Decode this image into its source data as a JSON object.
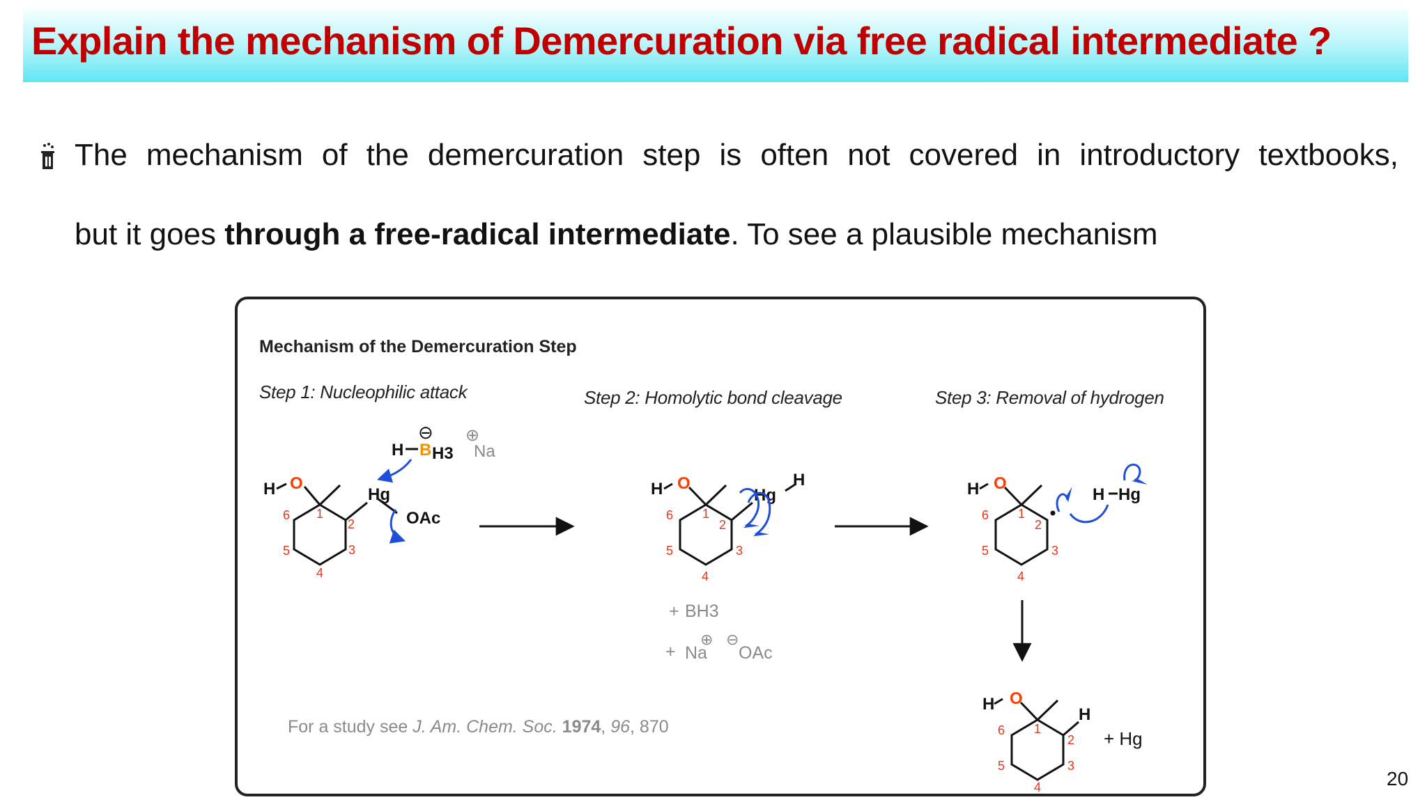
{
  "slide": {
    "title": "Explain the mechanism of Demercuration via free radical intermediate ?",
    "body_line1_words": [
      "The",
      "mechanism",
      "of",
      "the",
      "demercuration",
      "step",
      "is",
      "often",
      "not",
      "covered",
      "in",
      "introductory",
      "textbooks,"
    ],
    "body_line2_prefix": "but it goes ",
    "body_line2_bold": "through a free-radical intermediate",
    "body_line2_suffix": ". To see a plausible mechanism",
    "page_number": "20"
  },
  "figure": {
    "heading": "Mechanism of the Demercuration Step",
    "step1": "Step 1: Nucleophilic attack",
    "step2": "Step 2: Homolytic bond cleavage",
    "step3": "Step 3: Removal of hydrogen",
    "reference": {
      "prefix": "For a study see ",
      "journal": "J. Am. Chem. Soc.",
      "year": "1974",
      "volume": "96",
      "page": "870"
    },
    "labels": {
      "H": "H",
      "O": "O",
      "B": "B",
      "H3": "H3",
      "Na": "Na",
      "Hg": "Hg",
      "OAc": "OAc",
      "minus": "⊖",
      "plus": "⊕",
      "plus_sign": "+",
      "BH3": "BH3",
      "plus_Hg": "+ Hg",
      "dash": "–",
      "ring_numbers": [
        "1",
        "2",
        "3",
        "4",
        "5",
        "6"
      ]
    },
    "colors": {
      "oxygen": "#ff3b00",
      "boron": "#f39200",
      "arrow": "#1f4fd6",
      "ring_number": "#e8361b",
      "grey_text": "#8a8a8a"
    }
  }
}
